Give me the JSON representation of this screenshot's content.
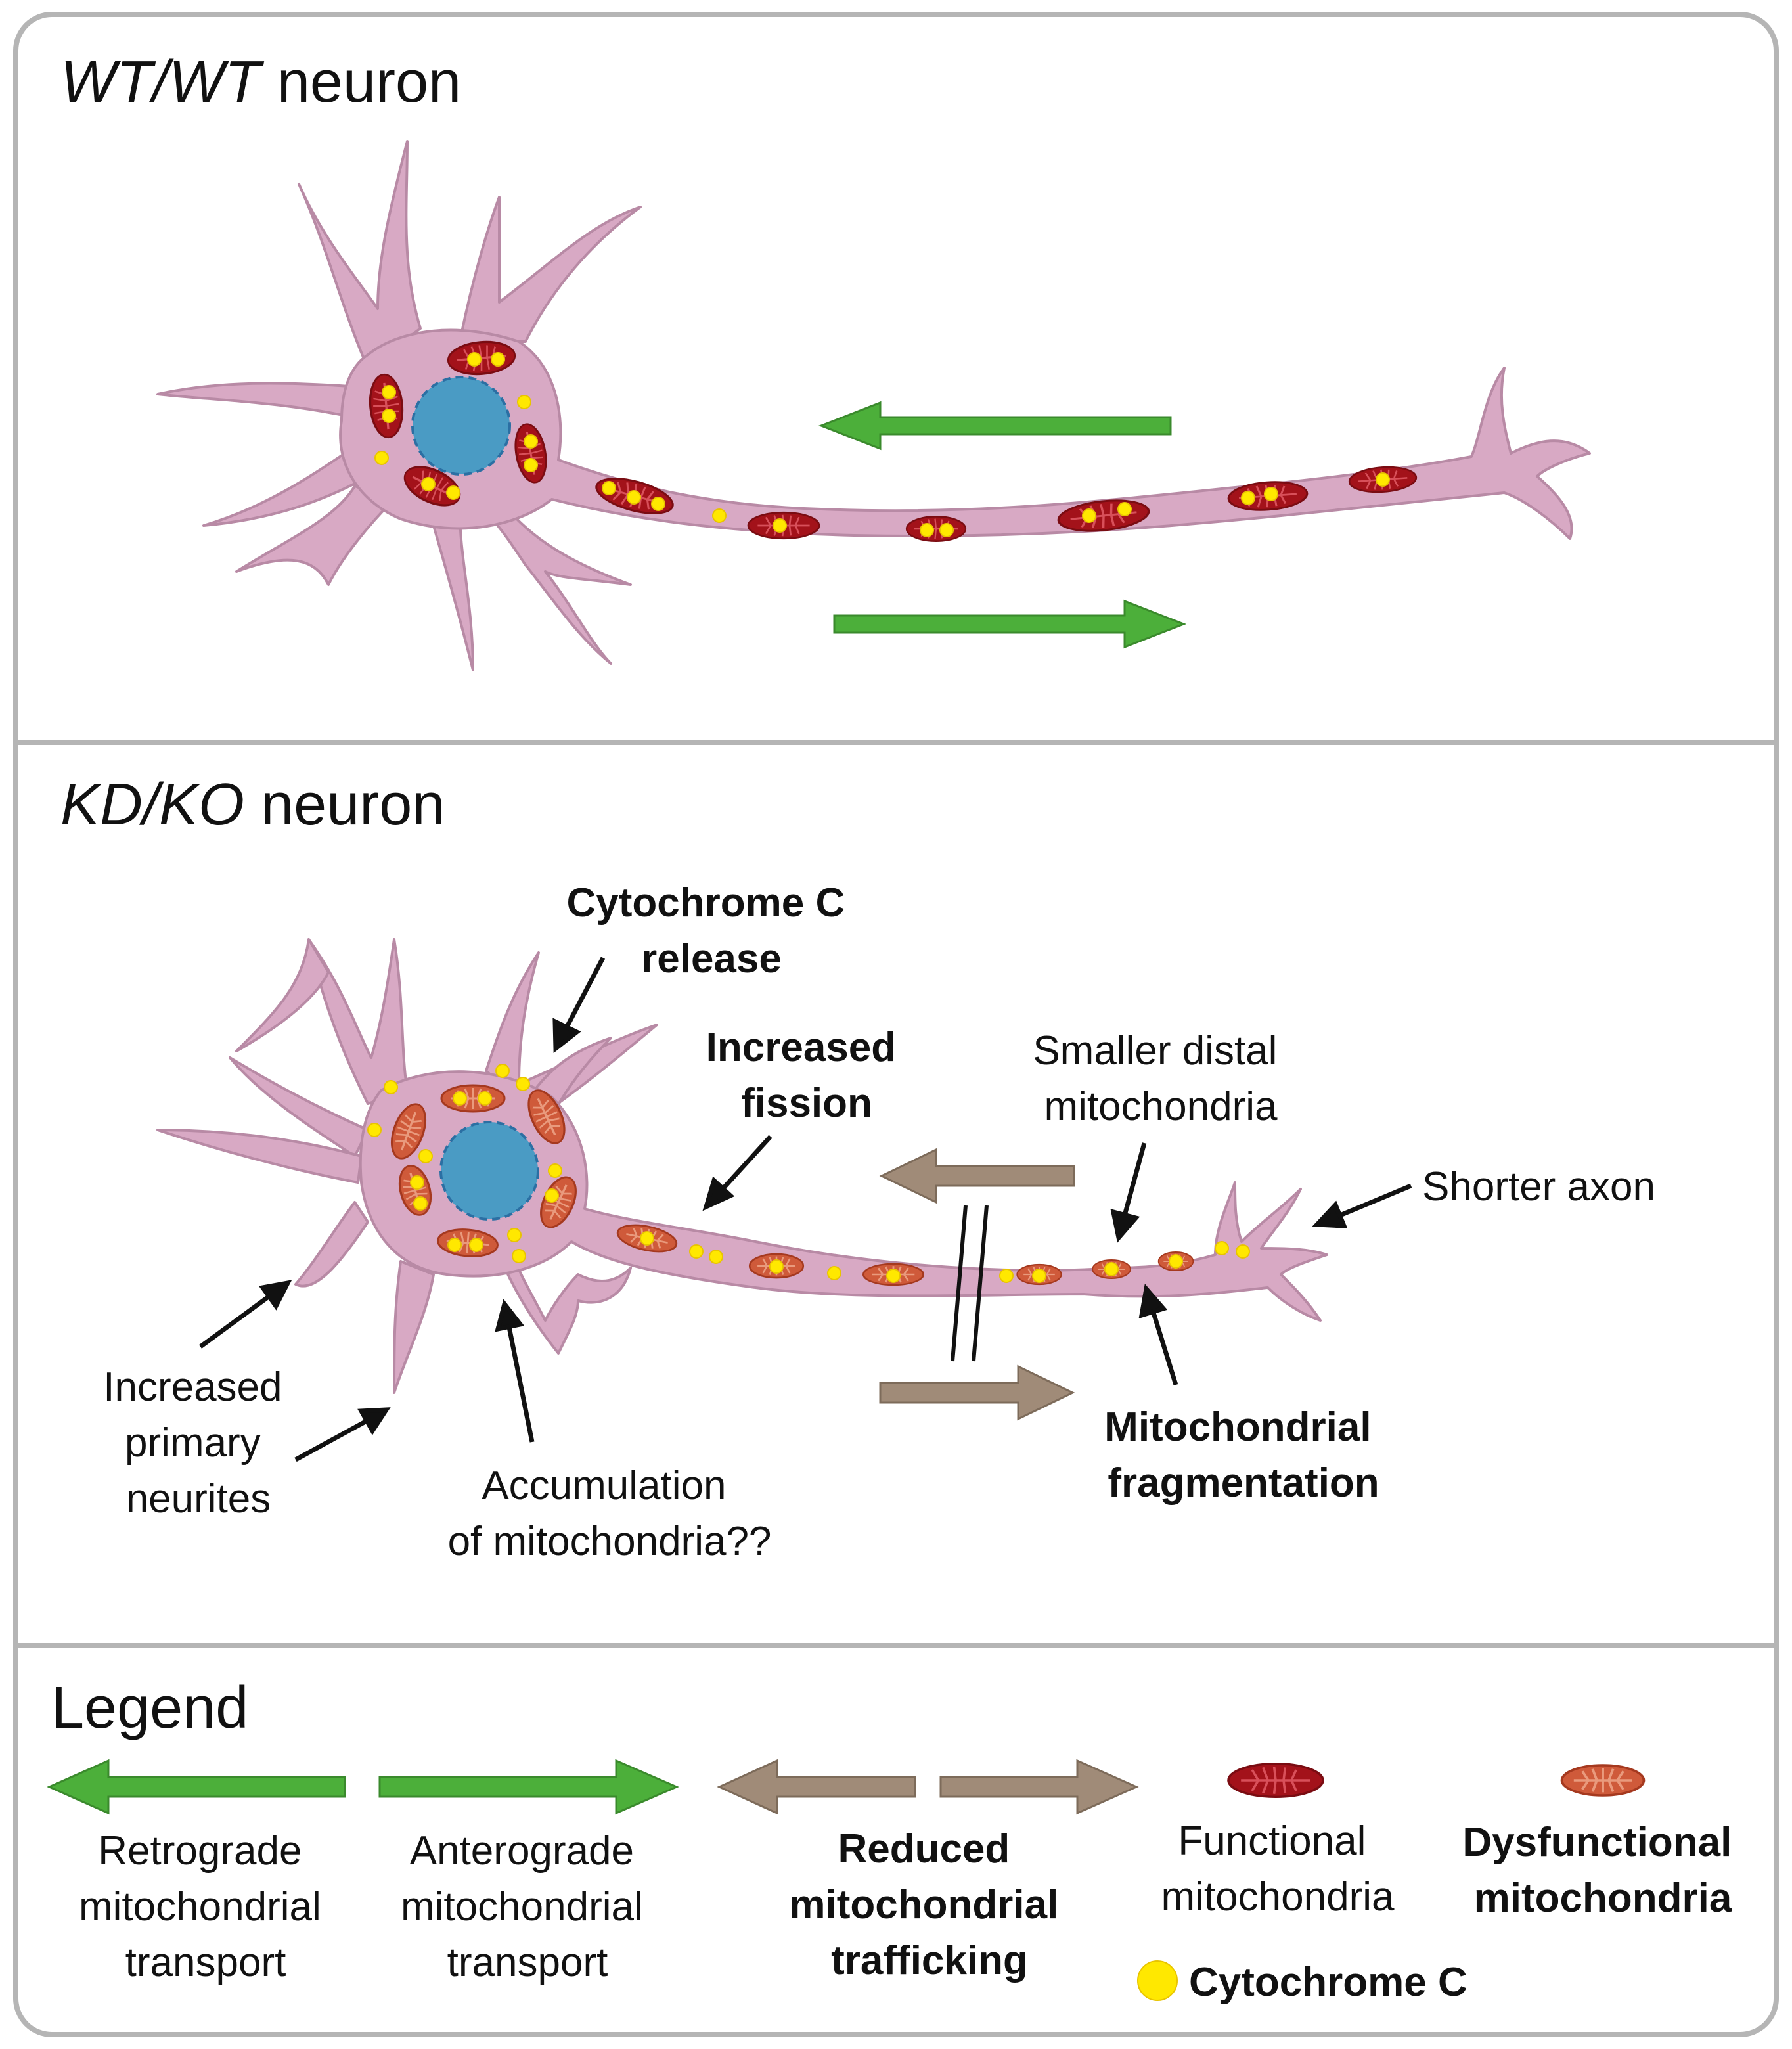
{
  "panels": {
    "wt": {
      "title_italic": "WT/WT",
      "title_rest": " neuron"
    },
    "kd": {
      "title_italic": "KD/KO",
      "title_rest": " neuron",
      "annotations": {
        "cytochrome_release": [
          "Cytochrome C",
          "release"
        ],
        "increased_fission": [
          "Increased",
          "fission"
        ],
        "smaller_distal": [
          "Smaller distal",
          "mitochondria"
        ],
        "shorter_axon": [
          "Shorter axon"
        ],
        "increased_neurites": [
          "Increased",
          "primary",
          "neurites"
        ],
        "accumulation": [
          "Accumulation",
          "of mitochondria??"
        ],
        "fragmentation": [
          "Mitochondrial",
          "fragmentation"
        ]
      }
    }
  },
  "legend": {
    "title": "Legend",
    "retrograde": [
      "Retrograde",
      "mitochondrial",
      "transport"
    ],
    "anterograde": [
      "Anterograde",
      "mitochondrial",
      "transport"
    ],
    "reduced": [
      "Reduced",
      "mitochondrial",
      "trafficking"
    ],
    "functional": [
      "Functional",
      "mitochondria"
    ],
    "dysfunctional": [
      "Dysfunctional",
      "mitochondria"
    ],
    "cytochrome": "Cytochrome C"
  },
  "colors": {
    "neuron_fill": "#d8a9c4",
    "neuron_stroke": "#b88aa5",
    "nucleus": "#4a9bc4",
    "functional_mito": "#a3121a",
    "dysfunctional_mito": "#cf5a3a",
    "cytochrome": "#ffe800",
    "transport_arrow": "#4caf3a",
    "reduced_arrow": "#a08b78",
    "panel_border": "#b5b5b5"
  }
}
